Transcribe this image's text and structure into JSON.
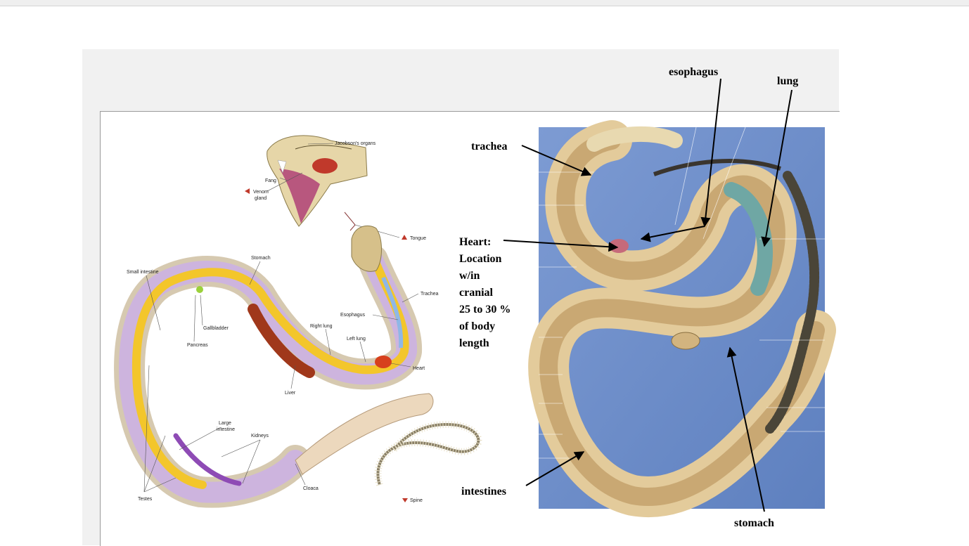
{
  "illustration_labels": {
    "jacobsons_organs": "Jacobson's organs",
    "fang": "Fang",
    "venom_gland_1": "Venom",
    "venom_gland_2": "gland",
    "tongue": "Tongue",
    "stomach": "Stomach",
    "small_intestine": "Small intestine",
    "trachea": "Trachea",
    "gallbladder": "Gallbladder",
    "pancreas": "Pancreas",
    "right_lung": "Right lung",
    "esophagus": "Esophagus",
    "left_lung": "Left lung",
    "heart": "Heart",
    "liver": "Liver",
    "large_intestine_1": "Large",
    "large_intestine_2": "intestine",
    "kidneys": "Kidneys",
    "testes": "Testes",
    "cloaca": "Cloaca",
    "spine": "Spine"
  },
  "photo_labels": {
    "esophagus": "esophagus",
    "lung": "lung",
    "trachea": "trachea",
    "heart_lines": [
      "Heart:",
      "Location",
      "w/in",
      "cranial",
      "25 to 30 %",
      "of body",
      "length"
    ],
    "intestines": "intestines",
    "stomach": "stomach"
  },
  "colors": {
    "photo_background": "#6e8fc9",
    "marker_red": "#c0392b"
  }
}
